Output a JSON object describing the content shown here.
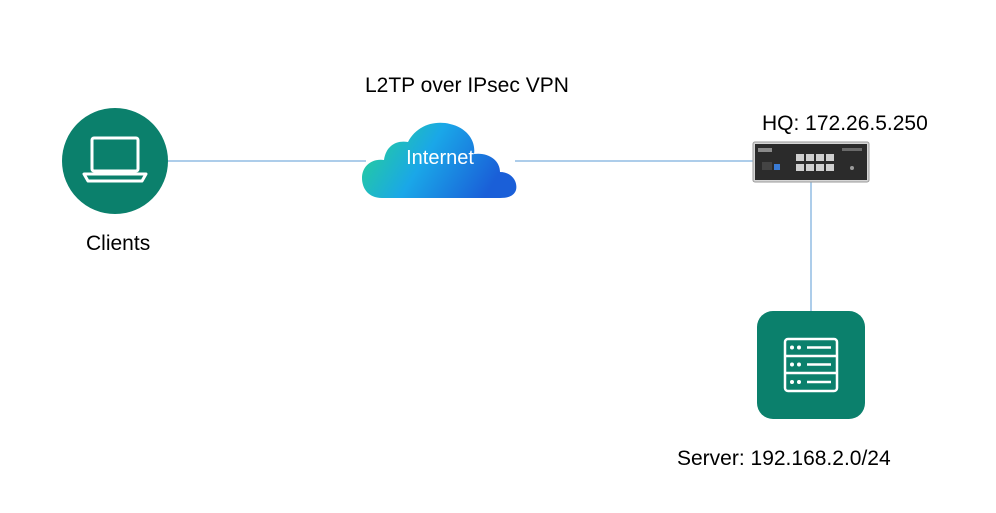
{
  "diagram": {
    "title": "L2TP over IPsec VPN",
    "nodes": {
      "clients": {
        "label": "Clients",
        "icon": "laptop-icon"
      },
      "internet": {
        "label": "Internet",
        "icon": "cloud-icon"
      },
      "hq": {
        "label": "HQ: 172.26.5.250",
        "icon": "router-device-icon"
      },
      "server": {
        "label": "Server: 192.168.2.0/24",
        "icon": "server-rack-icon"
      }
    },
    "links": [
      {
        "from": "clients",
        "to": "internet"
      },
      {
        "from": "internet",
        "to": "hq"
      },
      {
        "from": "hq",
        "to": "server"
      }
    ]
  },
  "colors": {
    "node_green": "#0b806c",
    "link_blue": "#5b9bd5",
    "cloud_gradient": [
      "#27d68a",
      "#1aa7e8",
      "#1a5fd8"
    ]
  }
}
